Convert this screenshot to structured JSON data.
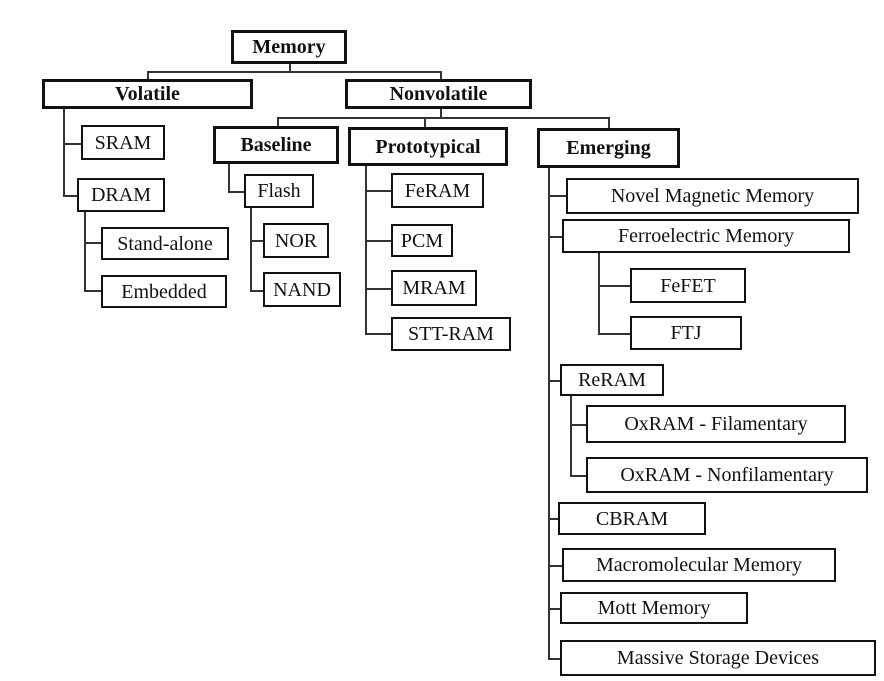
{
  "nodes": {
    "memory": "Memory",
    "volatile": "Volatile",
    "nonvolatile": "Nonvolatile",
    "sram": "SRAM",
    "dram": "DRAM",
    "stand_alone": "Stand-alone",
    "embedded": "Embedded",
    "baseline": "Baseline",
    "flash": "Flash",
    "nor": "NOR",
    "nand": "NAND",
    "prototypical": "Prototypical",
    "feram": "FeRAM",
    "pcm": "PCM",
    "mram": "MRAM",
    "stt_ram": "STT-RAM",
    "emerging": "Emerging",
    "novel_magnetic": "Novel Magnetic Memory",
    "ferroelectric": "Ferroelectric Memory",
    "fefet": "FeFET",
    "ftj": "FTJ",
    "reram": "ReRAM",
    "oxram_fil": "OxRAM - Filamentary",
    "oxram_nonfil": "OxRAM - Nonfilamentary",
    "cbram": "CBRAM",
    "macromolecular": "Macromolecular Memory",
    "mott": "Mott Memory",
    "massive_storage": "Massive Storage Devices"
  }
}
